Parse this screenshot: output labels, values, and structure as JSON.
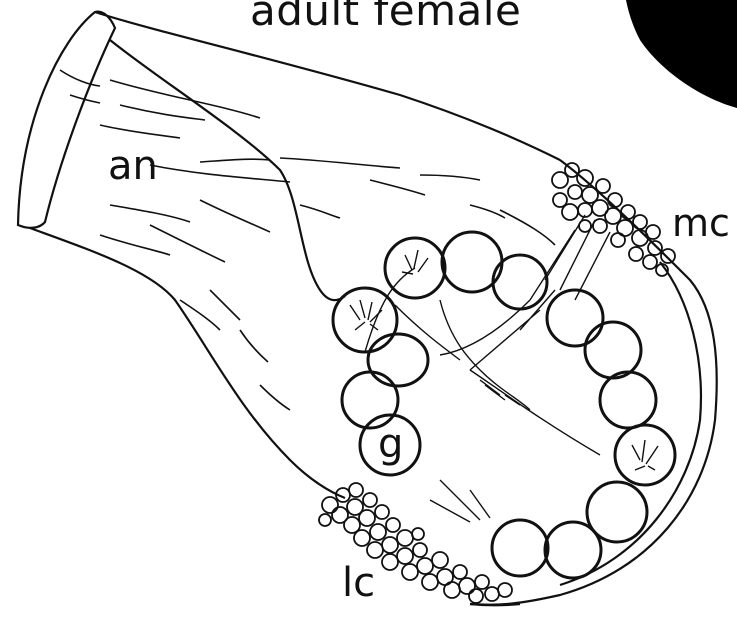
{
  "figure": {
    "title": "adult female",
    "labels": {
      "an": "an",
      "mc": "mc",
      "g": "g",
      "lc": "lc"
    }
  },
  "colors": {
    "ink": "#111111",
    "paper": "#ffffff",
    "shadow": "#000000"
  }
}
